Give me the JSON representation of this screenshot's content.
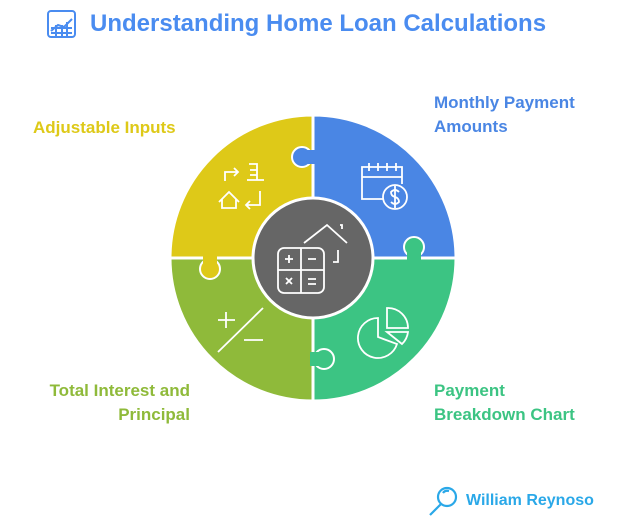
{
  "title": "Understanding Home Loan Calculations",
  "colors": {
    "title": "#4A8CF0",
    "yellow": "#DEC918",
    "blue": "#4A86E4",
    "green": "#3CC483",
    "olive": "#8FBA3A",
    "center": "#666666"
  },
  "segments": [
    {
      "label": "Adjustable Inputs",
      "icon": "inputs-exchange-icon"
    },
    {
      "label_line1": "Monthly Payment",
      "label_line2": "Amounts",
      "icon": "calendar-dollar-icon"
    },
    {
      "label_line1": "Payment",
      "label_line2": "Breakdown Chart",
      "icon": "pie-chart-icon"
    },
    {
      "label_line1": "Total Interest and",
      "label_line2": "Principal",
      "icon": "plus-minus-icon"
    }
  ],
  "center_icon": "calculator-house-icon",
  "author": "William Reynoso"
}
